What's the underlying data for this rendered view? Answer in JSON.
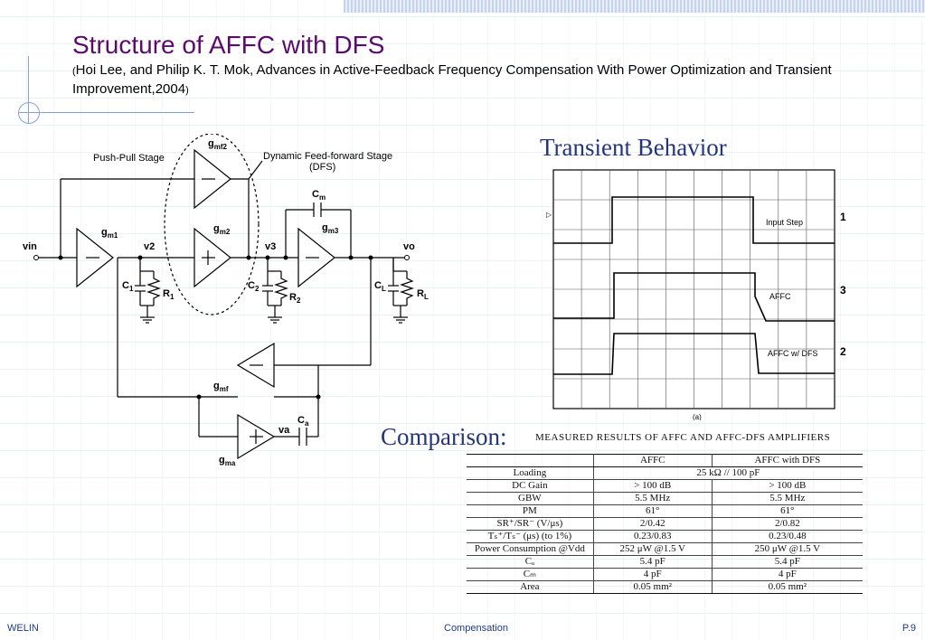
{
  "slide": {
    "title": "Structure of AFFC with DFS",
    "citation_open": "(",
    "citation_text": "Hoi Lee, and Philip K. T. Mok, Advances in Active-Feedback Frequency Compensation With Power Optimization and Transient Improvement,2004",
    "citation_close": ")"
  },
  "circuit": {
    "label_push_pull": "Push-Pull Stage",
    "label_dfs_line1": "Dynamic Feed-forward Stage",
    "label_dfs_line2": "(DFS)",
    "node_vin": "vin",
    "node_v2": "v2",
    "node_v3": "v3",
    "node_vo": "vo",
    "node_va": "va",
    "gm1": "g",
    "gm1_sub": "m1",
    "gm2": "g",
    "gm2_sub": "m2",
    "gm3": "g",
    "gm3_sub": "m3",
    "gmf2": "g",
    "gmf2_sub": "mf2",
    "gmf": "g",
    "gmf_sub": "mf",
    "gma": "g",
    "gma_sub": "ma",
    "c1": "C",
    "c1_sub": "1",
    "r1": "R",
    "r1_sub": "1",
    "c2": "C",
    "c2_sub": "2",
    "r2": "R",
    "r2_sub": "2",
    "cl": "C",
    "cl_sub": "L",
    "rl": "R",
    "rl_sub": "L",
    "cm": "C",
    "cm_sub": "m",
    "ca": "C",
    "ca_sub": "a"
  },
  "transient": {
    "heading": "Transient Behavior",
    "trace1_label": "Input Step",
    "trace1_num": "1",
    "trace3_label": "AFFC",
    "trace3_num": "3",
    "trace2_label": "AFFC w/ DFS",
    "trace2_num": "2",
    "caption": "(a)",
    "marker": "▷"
  },
  "comparison": {
    "label": "Comparison:",
    "table_title": "MEASURED RESULTS OF AFFC AND AFFC-DFS AMPLIFIERS",
    "headers": [
      "",
      "AFFC",
      "AFFC with DFS"
    ],
    "loading_label": "Loading",
    "loading_value": "25 kΩ // 100 pF",
    "rows": [
      [
        "DC Gain",
        "> 100 dB",
        "> 100 dB"
      ],
      [
        "GBW",
        "5.5 MHz",
        "5.5 MHz"
      ],
      [
        "PM",
        "61°",
        "61°"
      ],
      [
        "SR⁺/SR⁻ (V/μs)",
        "2/0.42",
        "2/0.82"
      ],
      [
        "Tₛ⁺/Tₛ⁻ (μs) (to 1%)",
        "0.23/0.83",
        "0.23/0.48"
      ],
      [
        "Power Consumption @Vdd",
        "252 μW @1.5 V",
        "250 μW @1.5 V"
      ],
      [
        "Cₐ",
        "5.4 pF",
        "5.4 pF"
      ],
      [
        "Cₘ",
        "4 pF",
        "4 pF"
      ],
      [
        "Area",
        "0.05 mm²",
        "0.05 mm²"
      ]
    ]
  },
  "footer": {
    "left": "WELIN",
    "center": "Compensation",
    "right": "P.9"
  }
}
